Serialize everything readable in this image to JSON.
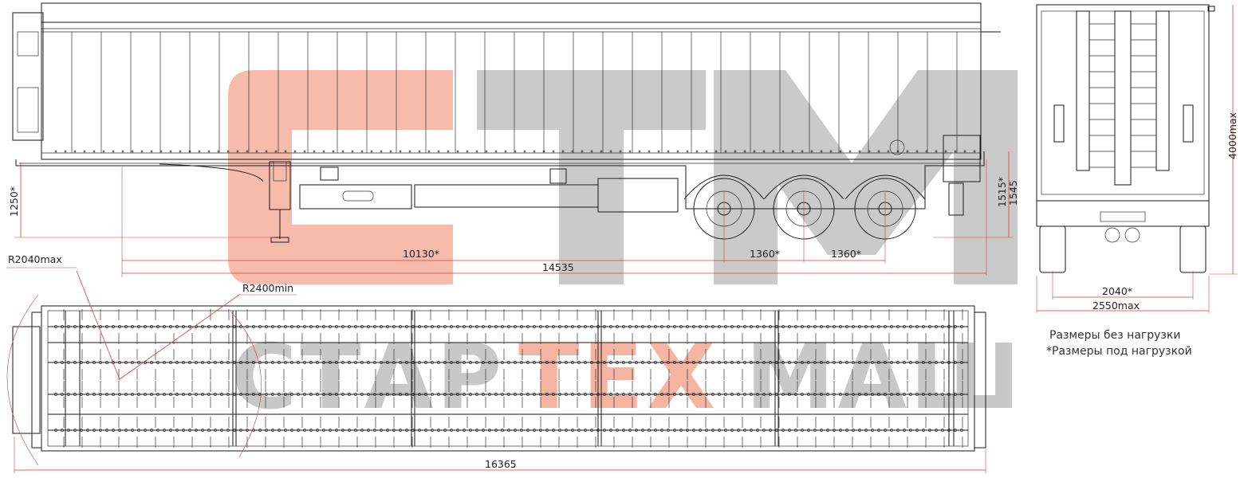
{
  "brand": {
    "logo_text": "СТМ",
    "wordmark_parts": [
      "СТАР",
      "ТЕХ",
      "МАШ"
    ],
    "accent_color": "#f4a58f",
    "gray_color": "#bdbdbd"
  },
  "side_view": {
    "dim_overall_height_rear": "1250*",
    "dim_axle_to_kingpin": "10130*",
    "dim_axle_spacing_1": "1360*",
    "dim_axle_spacing_2": "1360*",
    "dim_kingpin_to_rear": "14535",
    "dim_rear_height_loaded": "1515*",
    "dim_rear_height": "1545"
  },
  "rear_view": {
    "dim_total_height": "4000max",
    "dim_track_width": "2040*",
    "dim_total_width": "2550max"
  },
  "top_view": {
    "dim_front_swing_radius": "R2040max",
    "dim_turn_radius": "R2400min",
    "dim_overall_length": "16365"
  },
  "notes": {
    "unloaded": "Размеры без нагрузки",
    "loaded": "*Размеры под нагрузкой"
  }
}
